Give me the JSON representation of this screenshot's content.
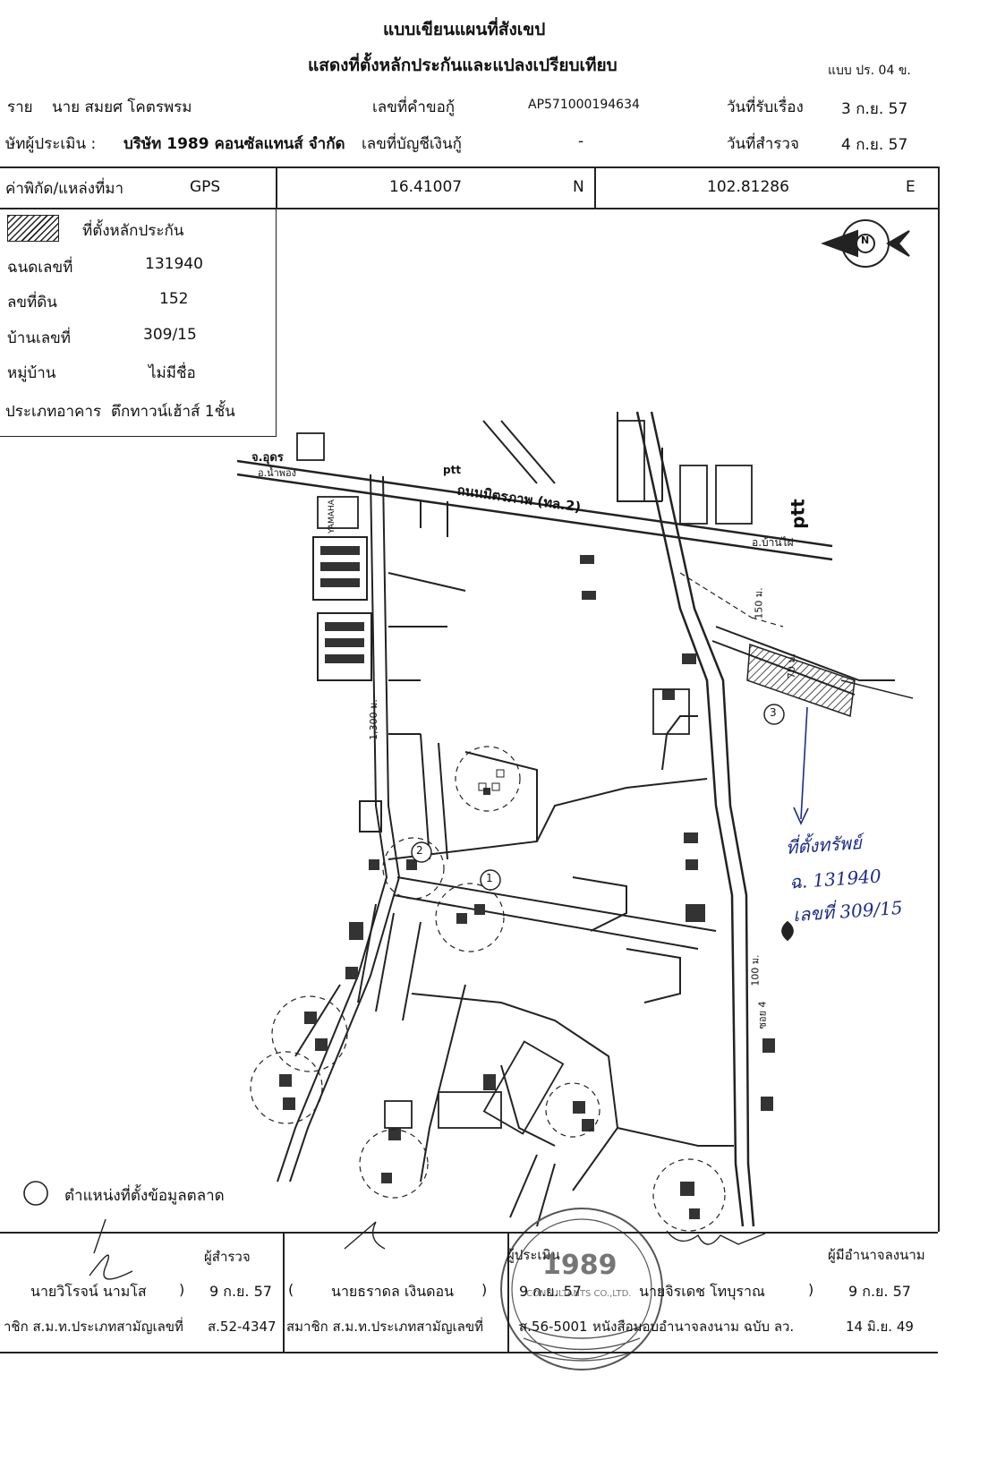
{
  "header": {
    "title": "แบบเขียนแผนที่สังเขป",
    "subtitle": "แสดงที่ตั้งหลักประกันและแปลงเปรียบเทียบ",
    "form_code": "แบบ ปร. 04 ข."
  },
  "info": {
    "owner_label": "ราย",
    "owner_value": "นาย สมยศ โคตรพรม",
    "request_no_label": "เลขที่คำขอกู้",
    "request_no_value": "AP571000194634",
    "received_label": "วันที่รับเรื่อง",
    "received_value": "3 ก.ย. 57",
    "appraiser_label": "ษัทผู้ประเมิน :",
    "appraiser_value": "บริษัท 1989 คอนซัลแทนส์ จำกัด",
    "loan_account_label": "เลขที่บัญชีเงินกู้",
    "loan_account_value": "-",
    "survey_label": "วันที่สำรวจ",
    "survey_value": "4 ก.ย. 57"
  },
  "coords": {
    "label": "ค่าพิกัด/แหล่งที่มา",
    "source": "GPS",
    "lat": "16.41007",
    "lat_dir": "N",
    "lon": "102.81286",
    "lon_dir": "E"
  },
  "collateral": {
    "legend_label": "ที่ตั้งหลักประกัน",
    "rows": [
      {
        "label": "ฉนดเลขที่",
        "value": "131940"
      },
      {
        "label": "ลขที่ดิน",
        "value": "152"
      },
      {
        "label": "บ้านเลขที่",
        "value": "309/15"
      },
      {
        "label": "หมู่บ้าน",
        "value": "ไม่มีชื่อ"
      },
      {
        "label": "ประเภทอาคาร",
        "value": "ตึกทาวน์เฮ้าส์ 1ชั้น"
      }
    ]
  },
  "map": {
    "labels": {
      "udon": "จ.อุดร",
      "nampong": "อ.น้ำพอง",
      "road": "ถนนมิตรภาพ (ทล.2)",
      "banphai": "อ.บ้านไผ่",
      "dist_1300": "1,300 ม.",
      "dist_150": "150 ม.",
      "dist_70": "70 ม.",
      "dist_100": "100 ม.",
      "soi4": "ซอย 4",
      "ptt": "ptt",
      "yamaha": "YAMAHA"
    },
    "markers": [
      "1",
      "2",
      "3"
    ],
    "compass": "N",
    "handwritten_note": [
      "ที่ตั้งทรัพย์",
      "ฉ. 131940",
      "เลขที่ 309/15"
    ]
  },
  "legend": {
    "market_label": "ตำแหน่งที่ตั้งข้อมูลตลาด"
  },
  "signatures": {
    "surveyor": {
      "role": "ผู้สำรวจ",
      "name": "นายวิโรจน์  นามโส",
      "date": "9 ก.ย. 57",
      "member_label": "าชิก ส.ม.ท.ประเภทสามัญเลขที่",
      "member_no": "ส.52-4347"
    },
    "appraiser": {
      "role": "ผู้ประเมิน",
      "open": "(",
      "name": "นายธราดล  เงินดอน",
      "close": ")",
      "date": "9 ก.ย. 57",
      "member_label": "สมาชิก ส.ม.ท.ประเภทสามัญเลขที่",
      "member_no": "ส.56-5001"
    },
    "authority": {
      "role": "ผู้มีอำนาจลงนาม",
      "name": "นายจิรเดช  โทบุราณ",
      "close": ")",
      "date": "9 ก.ย. 57",
      "doc_label": "หนังสือมอบอำนาจลงนาม ฉบับ ลว.",
      "doc_date": "14 มิ.ย. 49"
    }
  },
  "stamp": {
    "text": "1989",
    "sub": "CONSULTANTS CO.,LTD."
  },
  "colors": {
    "ink": "#111111",
    "pen": "#1c2b8a",
    "stamp": "#555555"
  }
}
